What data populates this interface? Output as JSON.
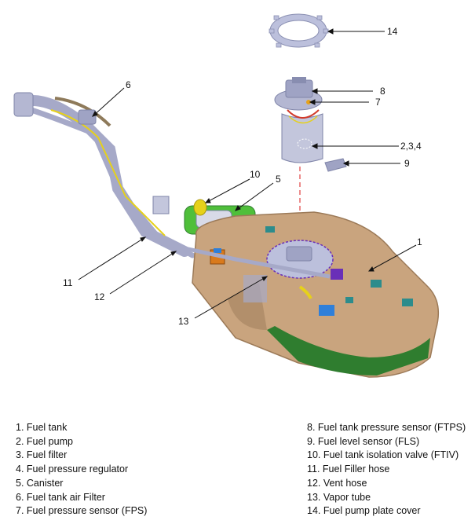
{
  "callouts": [
    {
      "num": "1"
    },
    {
      "num": "2,3,4"
    },
    {
      "num": "5"
    },
    {
      "num": "6"
    },
    {
      "num": "7"
    },
    {
      "num": "8"
    },
    {
      "num": "9"
    },
    {
      "num": "10"
    },
    {
      "num": "11"
    },
    {
      "num": "12"
    },
    {
      "num": "13"
    },
    {
      "num": "14"
    }
  ],
  "legend": {
    "left": [
      "1. Fuel tank",
      "2. Fuel pump",
      "3. Fuel filter",
      "4. Fuel pressure regulator",
      "5. Canister",
      "6. Fuel tank air Filter",
      "7. Fuel pressure sensor (FPS)"
    ],
    "right": [
      "8. Fuel tank pressure sensor (FTPS)",
      "9. Fuel level sensor (FLS)",
      "10. Fuel tank isolation valve (FTIV)",
      "11. Fuel Filler hose",
      "12. Vent hose",
      "13. Vapor tube",
      "14. Fuel pump plate cover"
    ]
  },
  "colors": {
    "tank": "#c9a47e",
    "tank_shadow": "#9c7a58",
    "tank_bottom": "#2f7d2f",
    "pipe": "#a6a9c8",
    "hose_yellow": "#e6d11a",
    "canister_green": "#4fbf3a",
    "accent_teal": "#2c8c8c",
    "accent_purple": "#6a2fb8",
    "accent_orange": "#d97a1c",
    "accent_blue": "#2f7fd9",
    "dash_red": "#e04040"
  }
}
